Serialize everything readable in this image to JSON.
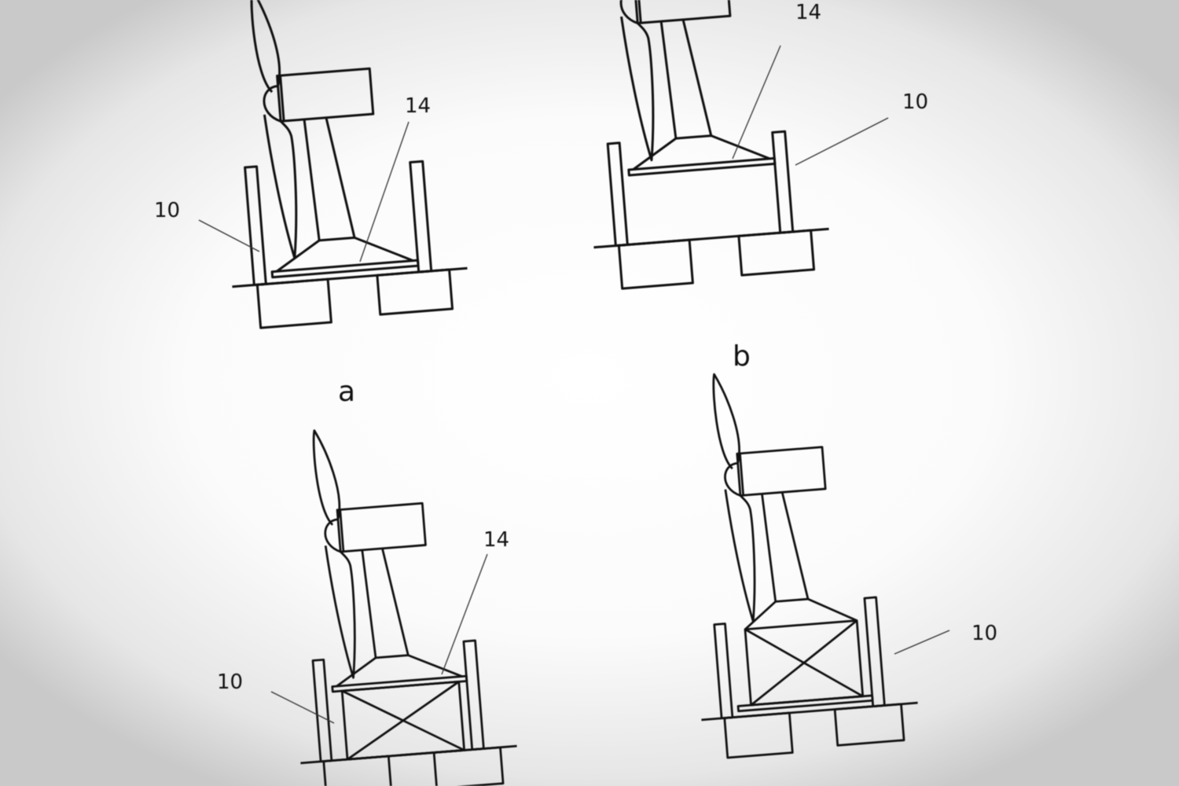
{
  "figures": [
    {
      "id": "a",
      "caption": "a",
      "labels": [
        "10",
        "14"
      ]
    },
    {
      "id": "b",
      "caption": "b",
      "labels": [
        "10",
        "14"
      ]
    },
    {
      "id": "c",
      "caption": "",
      "labels": [
        "10",
        "14"
      ]
    },
    {
      "id": "d",
      "caption": "",
      "labels": [
        "10"
      ]
    }
  ],
  "colors": {
    "line": "#111111",
    "background": "#ffffff",
    "vignette": "#c9c9c9"
  }
}
